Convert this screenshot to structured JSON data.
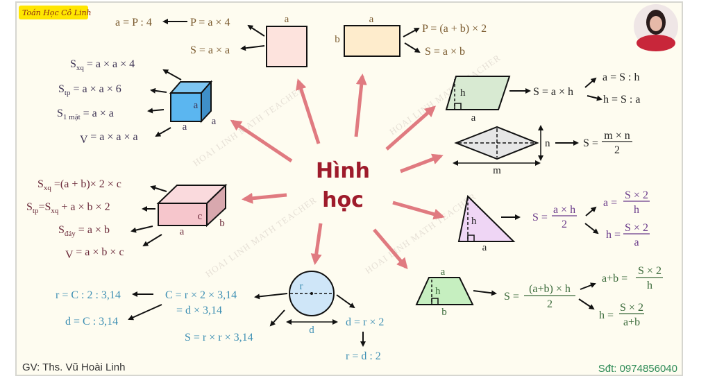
{
  "brand": {
    "label": "Toán Học Cô Linh",
    "highlight_color": "#ffe600"
  },
  "center": {
    "line1": "Hình",
    "line2": "học",
    "color": "#9e1b2b"
  },
  "watermark": "HOAI LINH MATH TEACHER",
  "square": {
    "side_label": "a",
    "fill": "#fde3dd",
    "formulas": {
      "perimeter": "P = a × 4",
      "side_from_perimeter": "a = P : 4",
      "area": "S = a × a"
    },
    "color": "#7a5a2e"
  },
  "rectangle": {
    "width_label": "a",
    "height_label": "b",
    "fill": "#feeccc",
    "formulas": {
      "perimeter": "P = (a + b) × 2",
      "area": "S = a × b"
    },
    "color": "#7a5a2e"
  },
  "cube": {
    "labels": [
      "a",
      "a",
      "a"
    ],
    "fill": "#5bb6f0",
    "formulas": [
      {
        "main": "S",
        "sub": "xq",
        "rest": " = a × a × 4"
      },
      {
        "main": "S",
        "sub": "tp",
        "rest": " = a × a × 6"
      },
      {
        "main": "S",
        "sub": "1 mặt",
        "rest": " = a × a"
      },
      {
        "main": "V",
        "sub": "",
        "rest": " = a × a × a"
      }
    ]
  },
  "cuboid": {
    "labels": {
      "length": "a",
      "width": "b",
      "height": "c"
    },
    "fill": "#f6c6cc",
    "formulas": [
      {
        "main": "S",
        "sub": "xq",
        "rest": " =(a + b)× 2 × c"
      },
      {
        "main": "S",
        "sub": "tp",
        "rest": "=S",
        "sub2": "xq",
        "rest2": " + a × b × 2"
      },
      {
        "main": "S",
        "sub": "đáy",
        "rest": " = a × b"
      },
      {
        "main": "V",
        "sub": "",
        "rest": " = a × b × c"
      }
    ]
  },
  "parallelogram": {
    "labels": {
      "base": "a",
      "height": "h"
    },
    "fill": "#d8ead2",
    "formulas": {
      "area": "S = a × h",
      "base": "a = S : h",
      "height": "h = S : a"
    }
  },
  "rhombus": {
    "labels": {
      "d1": "m",
      "d2": "n"
    },
    "fill": "#e6e6e6",
    "formula": {
      "lhs": "S =",
      "num": "m × n",
      "den": "2"
    }
  },
  "triangle": {
    "labels": {
      "base": "a",
      "height": "h"
    },
    "fill": "#efd6f5",
    "formulas": {
      "area": {
        "lhs": "S =",
        "num": "a × h",
        "den": "2"
      },
      "base": {
        "lhs": "a =",
        "num": "S × 2",
        "den": "h"
      },
      "height": {
        "lhs": "h =",
        "num": "S × 2",
        "den": "a"
      }
    }
  },
  "trapezoid": {
    "labels": {
      "top": "a",
      "bottom": "b",
      "height": "h"
    },
    "fill": "#c6efc0",
    "formulas": {
      "area": {
        "lhs": "S =",
        "num": "(a+b) × h",
        "den": "2"
      },
      "sum": {
        "lhs": "a+b =",
        "num": "S × 2",
        "den": "h"
      },
      "height": {
        "lhs": "h =",
        "num": "S × 2",
        "den": "a+b"
      }
    }
  },
  "circle": {
    "labels": {
      "radius": "r",
      "diameter": "d"
    },
    "fill": "#cfe6f8",
    "formulas": {
      "circumference_1": "C = r × 2 × 3,14",
      "circumference_2": "= d × 3,14",
      "radius_from_c": "r = C : 2 : 3,14",
      "diameter_from_c": "d = C : 3,14",
      "area": "S = r × r × 3,14",
      "diameter": "d = r × 2",
      "radius_from_d": "r = d : 2"
    }
  },
  "footer": {
    "teacher": "GV: Ths. Vũ Hoài Linh",
    "phone": "Sđt: 0974856040",
    "teacher_color": "#333333",
    "phone_color": "#2e8b57"
  }
}
